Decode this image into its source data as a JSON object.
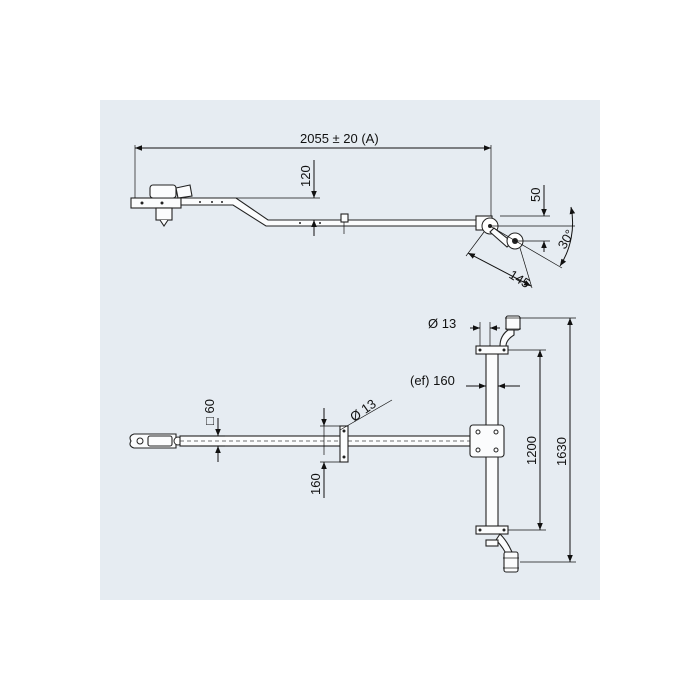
{
  "drawing": {
    "background": "#e6ecf2",
    "line_color": "#111111",
    "side_view": {
      "length_label": "2055 ± 20 (A)",
      "height_label": "120",
      "rise_label": "50",
      "angle_label": "30°",
      "offset_label": "145"
    },
    "top_view": {
      "bolt_top_label": "Ø 13",
      "width_label": "(ef) 160",
      "tube_label": "□ 60",
      "bolt_mid_label": "Ø 13",
      "plate_label": "160",
      "axle_label": "1200",
      "track_label": "1630"
    }
  }
}
